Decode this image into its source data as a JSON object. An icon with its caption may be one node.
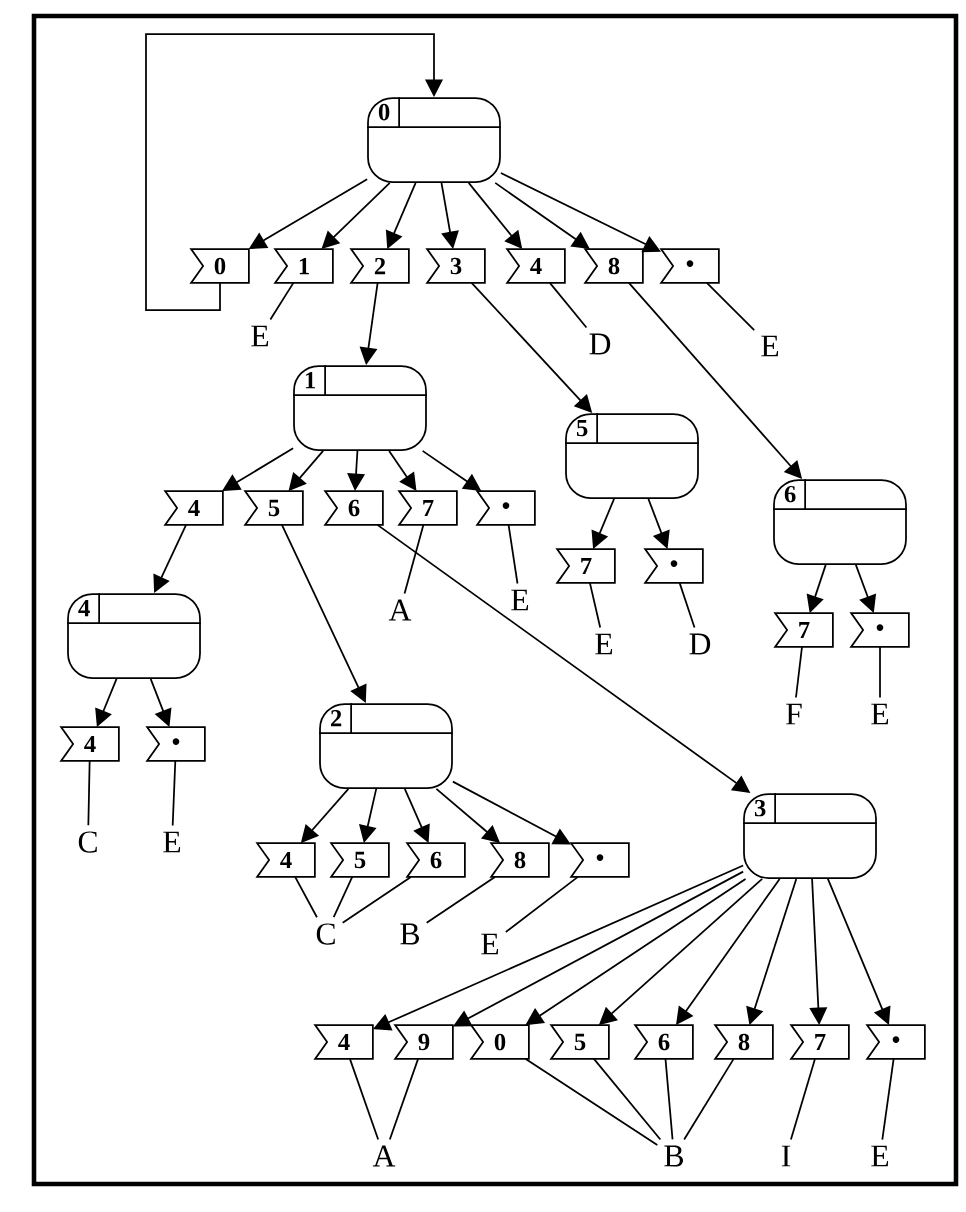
{
  "diagram": {
    "nodes": [
      {
        "text": [
          "0"
        ]
      },
      {
        "text": [
          "0"
        ]
      },
      {
        "text": [
          "1"
        ]
      },
      {
        "text": [
          "2"
        ]
      },
      {
        "text": [
          "3"
        ]
      },
      {
        "text": [
          "4"
        ]
      },
      {
        "text": [
          "8"
        ]
      },
      {
        "text": [
          "•"
        ]
      },
      {
        "text": [
          "E"
        ]
      },
      {
        "text": [
          "D"
        ]
      },
      {
        "text": [
          "E"
        ]
      },
      {
        "text": [
          "1"
        ]
      },
      {
        "text": [
          "4"
        ]
      },
      {
        "text": [
          "5"
        ]
      },
      {
        "text": [
          "6"
        ]
      },
      {
        "text": [
          "7"
        ]
      },
      {
        "text": [
          "•"
        ]
      },
      {
        "text": [
          "A"
        ]
      },
      {
        "text": [
          "E"
        ]
      },
      {
        "text": [
          "5"
        ]
      },
      {
        "text": [
          "7"
        ]
      },
      {
        "text": [
          "•"
        ]
      },
      {
        "text": [
          "E"
        ]
      },
      {
        "text": [
          "D"
        ]
      },
      {
        "text": [
          "6"
        ]
      },
      {
        "text": [
          "7"
        ]
      },
      {
        "text": [
          "•"
        ]
      },
      {
        "text": [
          "F"
        ]
      },
      {
        "text": [
          "E"
        ]
      },
      {
        "text": [
          "4"
        ]
      },
      {
        "text": [
          "4"
        ]
      },
      {
        "text": [
          "•"
        ]
      },
      {
        "text": [
          "C"
        ]
      },
      {
        "text": [
          "E"
        ]
      },
      {
        "text": [
          "2"
        ]
      },
      {
        "text": [
          "4"
        ]
      },
      {
        "text": [
          "5"
        ]
      },
      {
        "text": [
          "6"
        ]
      },
      {
        "text": [
          "8"
        ]
      },
      {
        "text": [
          "•"
        ]
      },
      {
        "text": [
          "C"
        ]
      },
      {
        "text": [
          "B"
        ]
      },
      {
        "text": [
          "E"
        ]
      },
      {
        "text": [
          "3"
        ]
      },
      {
        "text": [
          "4"
        ]
      },
      {
        "text": [
          "9"
        ]
      },
      {
        "text": [
          "0"
        ]
      },
      {
        "text": [
          "5"
        ]
      },
      {
        "text": [
          "6"
        ]
      },
      {
        "text": [
          "8"
        ]
      },
      {
        "text": [
          "7"
        ]
      },
      {
        "text": [
          "•"
        ]
      },
      {
        "text": [
          "A"
        ]
      },
      {
        "text": [
          "B"
        ]
      },
      {
        "text": [
          "I"
        ]
      },
      {
        "text": [
          "E"
        ]
      }
    ],
    "edges": [
      {
        "from": 0,
        "to": 1,
        "arrow": "to"
      },
      {
        "from": 0,
        "to": 2,
        "arrow": "to"
      },
      {
        "from": 0,
        "to": 3,
        "arrow": "to"
      },
      {
        "from": 0,
        "to": 4,
        "arrow": "to"
      },
      {
        "from": 0,
        "to": 5,
        "arrow": "to"
      },
      {
        "from": 0,
        "to": 6,
        "arrow": "to"
      },
      {
        "from": 0,
        "to": 7,
        "arrow": "to"
      },
      {
        "from": 1,
        "to": 0,
        "arrow": "to"
      },
      {
        "from": 2,
        "to": 8,
        "arrow": "none"
      },
      {
        "from": 3,
        "to": 11,
        "arrow": "to"
      },
      {
        "from": 4,
        "to": 19,
        "arrow": "to"
      },
      {
        "from": 5,
        "to": 9,
        "arrow": "none"
      },
      {
        "from": 6,
        "to": 24,
        "arrow": "to"
      },
      {
        "from": 7,
        "to": 10,
        "arrow": "none"
      },
      {
        "from": 11,
        "to": 12,
        "arrow": "to"
      },
      {
        "from": 11,
        "to": 13,
        "arrow": "to"
      },
      {
        "from": 11,
        "to": 14,
        "arrow": "to"
      },
      {
        "from": 11,
        "to": 15,
        "arrow": "to"
      },
      {
        "from": 11,
        "to": 16,
        "arrow": "to"
      },
      {
        "from": 12,
        "to": 29,
        "arrow": "to"
      },
      {
        "from": 13,
        "to": 34,
        "arrow": "to"
      },
      {
        "from": 14,
        "to": 43,
        "arrow": "to"
      },
      {
        "from": 15,
        "to": 17,
        "arrow": "none"
      },
      {
        "from": 16,
        "to": 18,
        "arrow": "none"
      },
      {
        "from": 19,
        "to": 20,
        "arrow": "to"
      },
      {
        "from": 19,
        "to": 21,
        "arrow": "to"
      },
      {
        "from": 20,
        "to": 22,
        "arrow": "none"
      },
      {
        "from": 21,
        "to": 23,
        "arrow": "none"
      },
      {
        "from": 24,
        "to": 25,
        "arrow": "to"
      },
      {
        "from": 24,
        "to": 26,
        "arrow": "to"
      },
      {
        "from": 25,
        "to": 27,
        "arrow": "none"
      },
      {
        "from": 26,
        "to": 28,
        "arrow": "none"
      },
      {
        "from": 29,
        "to": 30,
        "arrow": "to"
      },
      {
        "from": 29,
        "to": 31,
        "arrow": "to"
      },
      {
        "from": 30,
        "to": 32,
        "arrow": "none"
      },
      {
        "from": 31,
        "to": 33,
        "arrow": "none"
      },
      {
        "from": 34,
        "to": 35,
        "arrow": "to"
      },
      {
        "from": 34,
        "to": 36,
        "arrow": "to"
      },
      {
        "from": 34,
        "to": 37,
        "arrow": "to"
      },
      {
        "from": 34,
        "to": 38,
        "arrow": "to"
      },
      {
        "from": 34,
        "to": 39,
        "arrow": "to"
      },
      {
        "from": 35,
        "to": 40,
        "arrow": "none"
      },
      {
        "from": 36,
        "to": 40,
        "arrow": "none"
      },
      {
        "from": 37,
        "to": 40,
        "arrow": "none"
      },
      {
        "from": 38,
        "to": 41,
        "arrow": "none"
      },
      {
        "from": 39,
        "to": 42,
        "arrow": "none"
      },
      {
        "from": 43,
        "to": 44,
        "arrow": "to"
      },
      {
        "from": 43,
        "to": 45,
        "arrow": "to"
      },
      {
        "from": 43,
        "to": 46,
        "arrow": "to"
      },
      {
        "from": 43,
        "to": 47,
        "arrow": "to"
      },
      {
        "from": 43,
        "to": 48,
        "arrow": "to"
      },
      {
        "from": 43,
        "to": 49,
        "arrow": "to"
      },
      {
        "from": 43,
        "to": 50,
        "arrow": "to"
      },
      {
        "from": 43,
        "to": 51,
        "arrow": "to"
      },
      {
        "from": 44,
        "to": 52,
        "arrow": "none"
      },
      {
        "from": 45,
        "to": 52,
        "arrow": "none"
      },
      {
        "from": 46,
        "to": 53,
        "arrow": "none"
      },
      {
        "from": 47,
        "to": 53,
        "arrow": "none"
      },
      {
        "from": 48,
        "to": 53,
        "arrow": "none"
      },
      {
        "from": 49,
        "to": 53,
        "arrow": "none"
      },
      {
        "from": 50,
        "to": 54,
        "arrow": "none"
      },
      {
        "from": 51,
        "to": 55,
        "arrow": "none"
      }
    ]
  }
}
